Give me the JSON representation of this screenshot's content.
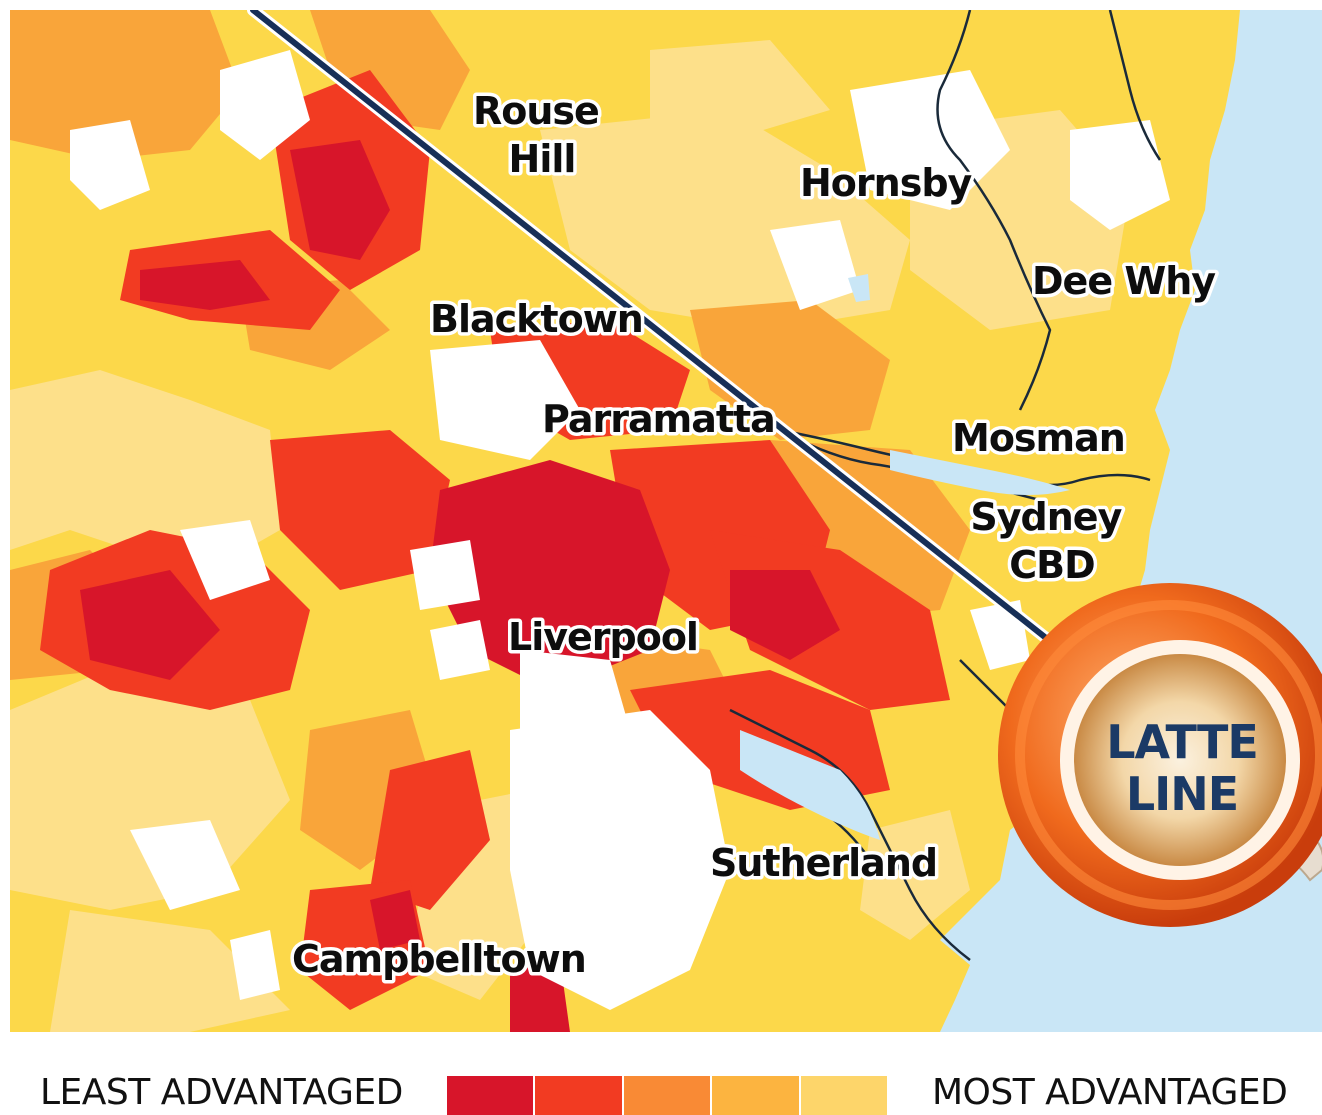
{
  "places": [
    {
      "id": "rouse-hill",
      "lines": [
        "Rouse",
        "Hill"
      ]
    },
    {
      "id": "hornsby",
      "lines": [
        "Hornsby"
      ]
    },
    {
      "id": "dee-why",
      "lines": [
        "Dee Why"
      ]
    },
    {
      "id": "blacktown",
      "lines": [
        "Blacktown"
      ]
    },
    {
      "id": "parramatta",
      "lines": [
        "Parramatta"
      ]
    },
    {
      "id": "mosman",
      "lines": [
        "Mosman"
      ]
    },
    {
      "id": "sydney-cbd",
      "lines": [
        "Sydney",
        "CBD"
      ]
    },
    {
      "id": "liverpool",
      "lines": [
        "Liverpool"
      ]
    },
    {
      "id": "sutherland",
      "lines": [
        "Sutherland"
      ]
    },
    {
      "id": "campbelltown",
      "lines": [
        "Campbelltown"
      ]
    }
  ],
  "badge": {
    "line1": "LATTE",
    "line2": "LINE"
  },
  "legend": {
    "left_label": "LEAST ADVANTAGED",
    "right_label": "MOST ADVANTAGED",
    "colors": [
      "#d7152a",
      "#f23b22",
      "#f98a35",
      "#fcb440",
      "#fdd56a"
    ]
  },
  "colors": {
    "ocean": "#c9e6f6",
    "base_yellow": "#fcd84a",
    "latte_line": "#172f57",
    "cup_orange": "#ef5a17"
  }
}
